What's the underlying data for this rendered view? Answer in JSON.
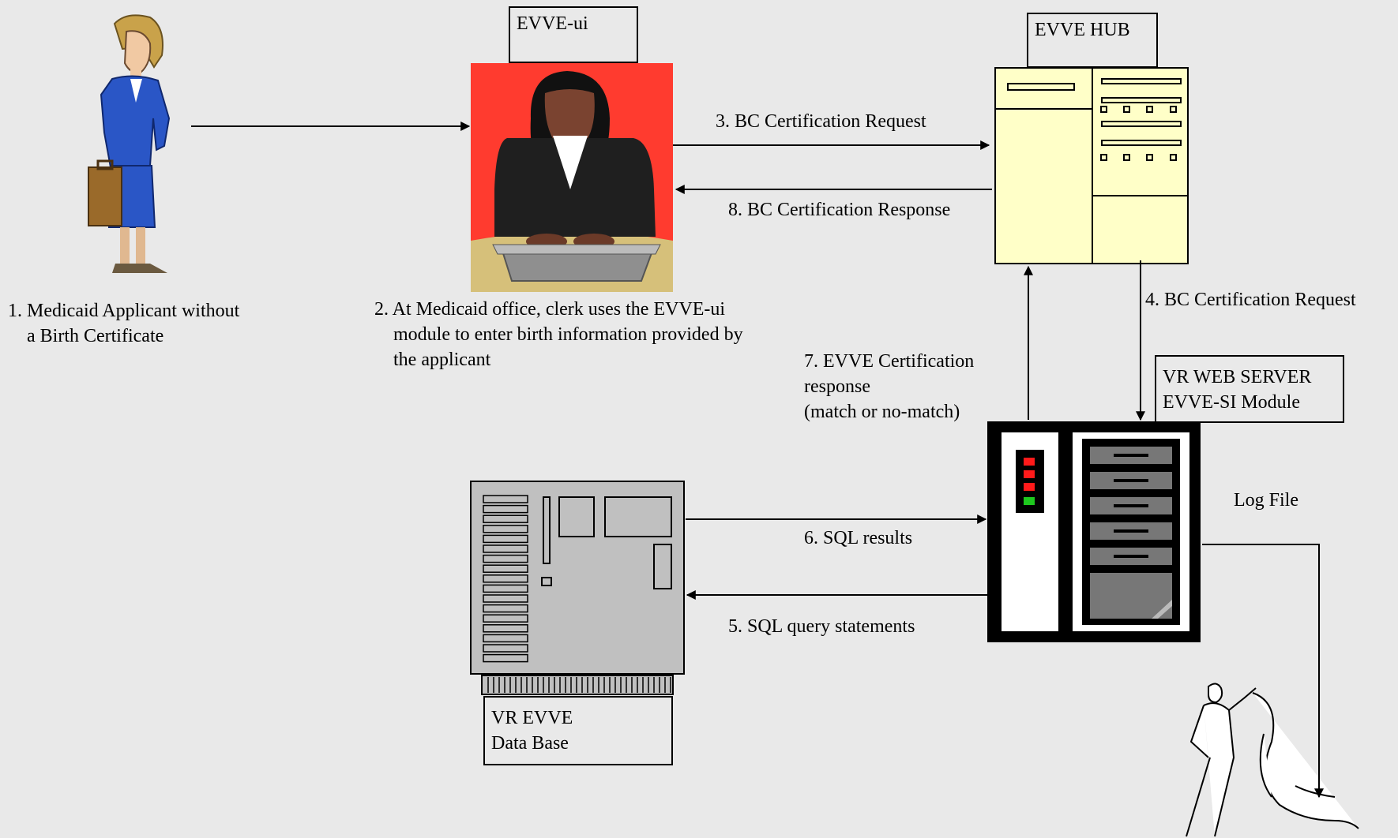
{
  "diagram": {
    "boxes": {
      "evve_ui": "EVVE-ui",
      "evve_hub": "EVVE HUB",
      "vr_web_server": [
        "VR WEB SERVER",
        "EVVE-SI Module"
      ],
      "vr_evve_db": [
        "VR EVVE",
        "Data Base"
      ]
    },
    "steps": {
      "step1": [
        "1. Medicaid Applicant  without",
        "a Birth Certificate"
      ],
      "step2": [
        "2. At Medicaid office, clerk uses the EVVE-ui",
        "module to enter birth information provided by",
        "the applicant"
      ],
      "step3": "3. BC Certification Request",
      "step4": "4. BC Certification  Request",
      "step5": "5. SQL query statements",
      "step6": "6. SQL results",
      "step7": [
        "7. EVVE Certification",
        "response",
        "(match or no-match)"
      ],
      "step8": "8. BC Certification  Response"
    },
    "log_file": "Log File"
  }
}
